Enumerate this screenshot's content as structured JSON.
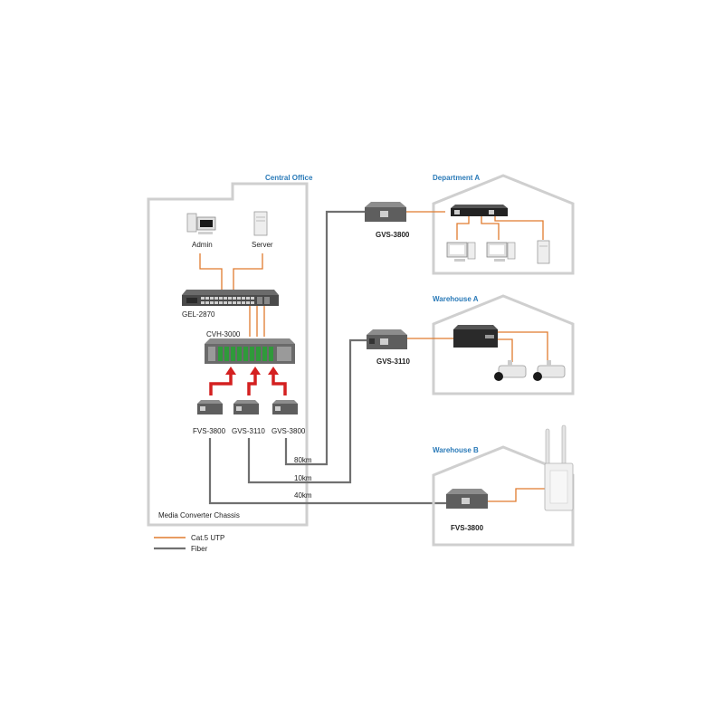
{
  "central": {
    "title": "Central Office",
    "admin": "Admin",
    "server": "Server",
    "switch": "GEL-2870",
    "chassis": "CVH-3000",
    "fvs": "FVS-3800",
    "gvs3110": "GVS-3110",
    "gvs3800": "GVS-3800",
    "chassis_caption": "Media Converter Chassis"
  },
  "links": {
    "d80": "80km",
    "d10": "10km",
    "d40": "40km"
  },
  "department_a": {
    "title": "Department A",
    "converter": "GVS-3800"
  },
  "warehouse_a": {
    "title": "Warehouse A",
    "converter": "GVS-3110"
  },
  "warehouse_b": {
    "title": "Warehouse B",
    "converter": "FVS-3800"
  },
  "legend": {
    "cat5": "Cat.5 UTP",
    "fiber": "Fiber"
  },
  "colors": {
    "cat5": "#e07b2e",
    "fiber": "#707070",
    "outline": "#cfcfcf",
    "title": "#2a7ab8",
    "arrow": "#d42020"
  }
}
